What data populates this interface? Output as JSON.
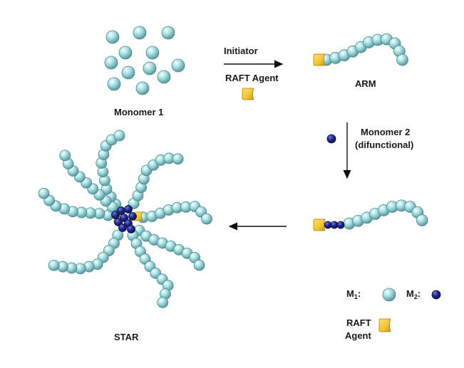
{
  "labels": {
    "monomer1": "Monomer 1",
    "initiator": "Initiator",
    "raft_agent_top": "RAFT Agent",
    "arm": "ARM",
    "monomer2_line1": "Monomer 2",
    "monomer2_line2": "(difunctional)",
    "star": "STAR",
    "legend_m1": "M",
    "legend_m1_sub": "1",
    "legend_m2": "M",
    "legend_m2_sub": "2",
    "legend_colon": ":",
    "legend_raft_line1": "RAFT",
    "legend_raft_line2": "Agent"
  },
  "colors": {
    "monomer1": "#a9e0e3",
    "monomer2": "#1f2a8f",
    "raft_agent": "#f2c230",
    "arrow": "#111111",
    "text": "#1a1a1a"
  }
}
